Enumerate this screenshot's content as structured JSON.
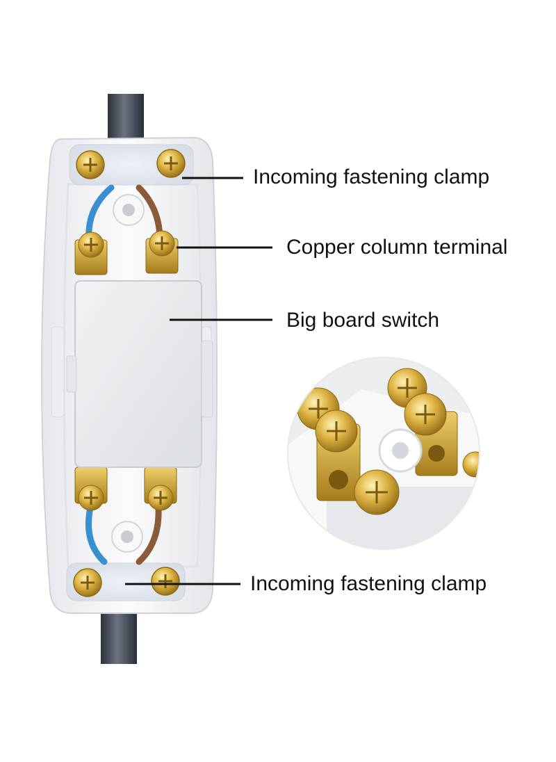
{
  "callouts": {
    "top_clamp": "Incoming fastening clamp",
    "copper_terminal": "Copper column terminal",
    "board_switch": "Big board switch",
    "bottom_clamp": "Incoming fastening clamp"
  },
  "colors": {
    "cable": "#3f4652",
    "housing": "#f3f4f6",
    "housing_edge": "#d9dce0",
    "brass": "#d4a93a",
    "brass_dark": "#9a7418",
    "wire_blue": "#3a8fd1",
    "wire_brown": "#8a5a3a",
    "leader_line": "#111111"
  }
}
